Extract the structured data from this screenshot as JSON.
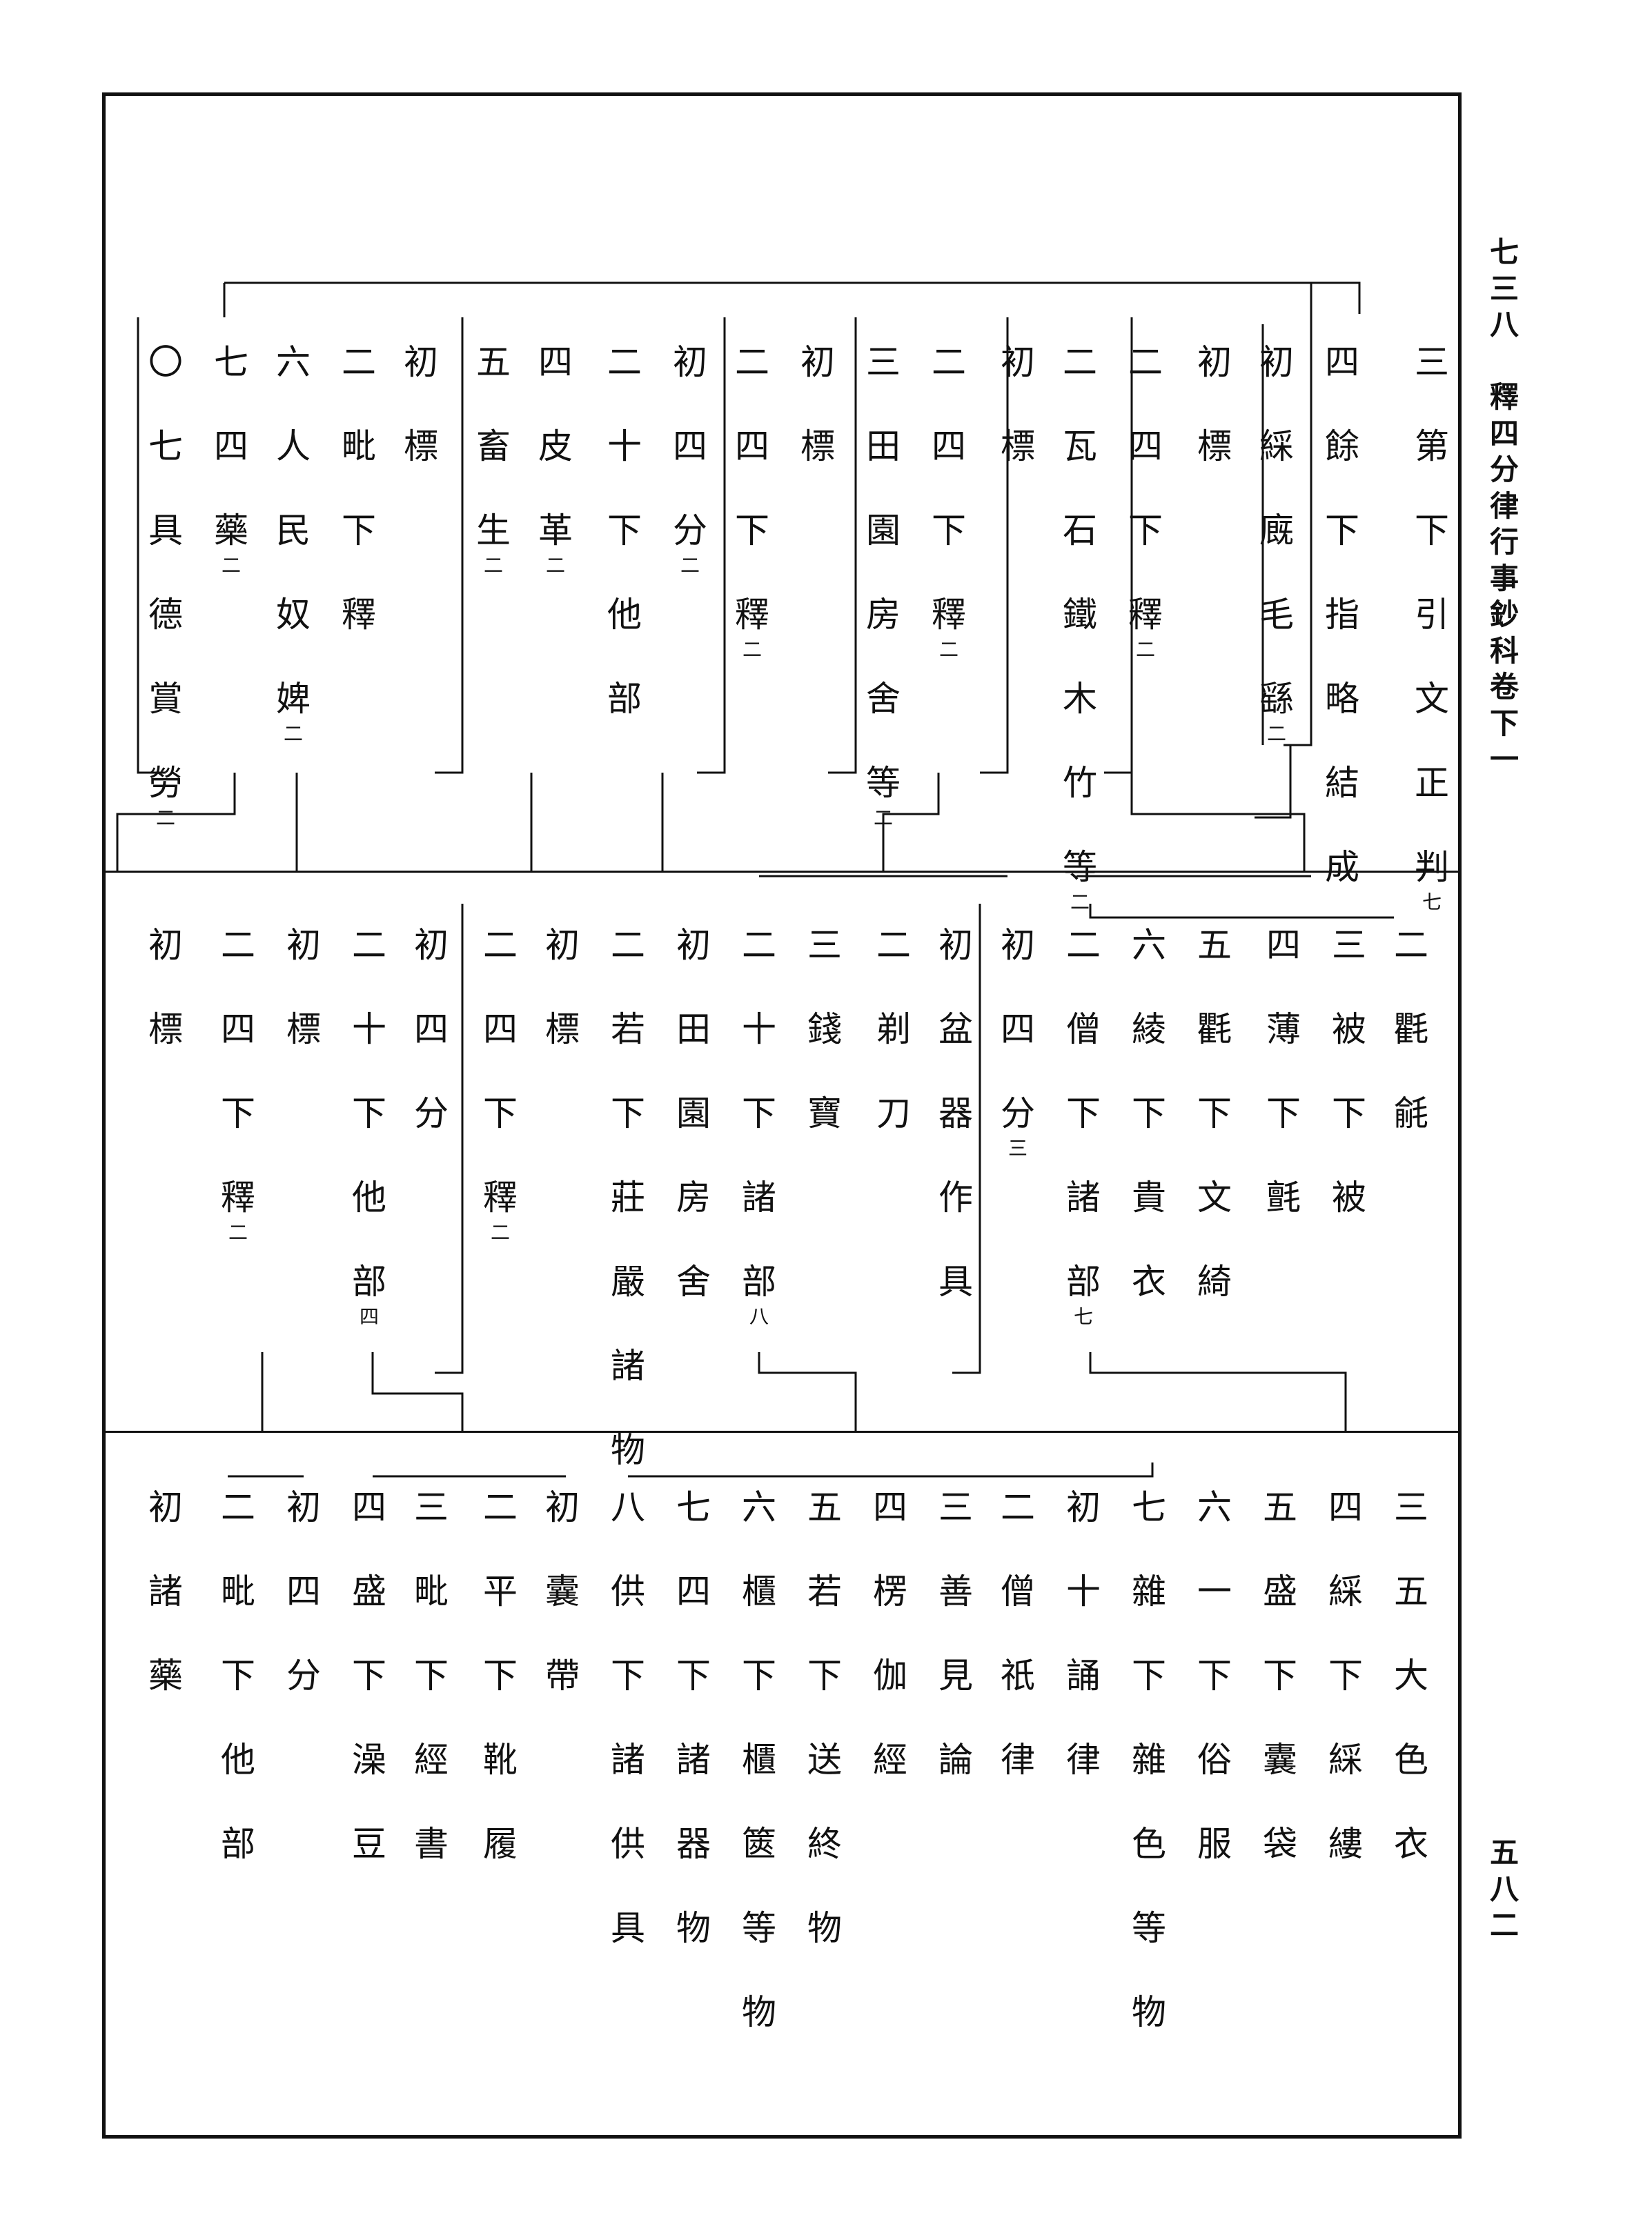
{
  "margin": {
    "header": "七三八　釋四分律行事鈔科卷下一",
    "page_number": "五八二"
  },
  "tiers": [
    {
      "name": "upper",
      "columns": [
        {
          "text": "三第下引文正判",
          "sub": "七"
        },
        {
          "text": "四餘下指略結成",
          "sub": ""
        },
        {
          "text": "初綵廐毛繇",
          "sub": "二"
        },
        {
          "text": "初標",
          "sub": ""
        },
        {
          "text": "二四下釋",
          "sub": "二"
        },
        {
          "text": "二瓦石鐵木竹等",
          "sub": "二"
        },
        {
          "text": "初標",
          "sub": ""
        },
        {
          "text": "二四下釋",
          "sub": "二"
        },
        {
          "text": "三田園房舍等",
          "sub": "二"
        },
        {
          "text": "初標",
          "sub": ""
        },
        {
          "text": "二四下釋",
          "sub": "二"
        },
        {
          "text": "初四分",
          "sub": "二"
        },
        {
          "text": "二十下他部",
          "sub": ""
        },
        {
          "text": "四皮革",
          "sub": "二"
        },
        {
          "text": "五畜生",
          "sub": "二"
        },
        {
          "text": "初標",
          "sub": ""
        },
        {
          "text": "二毗下釋",
          "sub": ""
        },
        {
          "text": "六人民奴婢",
          "sub": "二"
        },
        {
          "text": "七四藥",
          "sub": "二"
        },
        {
          "text": "〇七具德賞勞",
          "sub": "二"
        }
      ]
    },
    {
      "name": "middle",
      "columns": [
        {
          "text": "二氍毹",
          "sub": ""
        },
        {
          "text": "三被下被",
          "sub": ""
        },
        {
          "text": "四薄下氈",
          "sub": ""
        },
        {
          "text": "五氍下文綺",
          "sub": ""
        },
        {
          "text": "六綾下貴衣",
          "sub": ""
        },
        {
          "text": "二僧下諸部",
          "sub": "七"
        },
        {
          "text": "初四分",
          "sub": "三"
        },
        {
          "text": "初盆器作具",
          "sub": ""
        },
        {
          "text": "二剃刀",
          "sub": ""
        },
        {
          "text": "三錢寶",
          "sub": ""
        },
        {
          "text": "二十下諸部",
          "sub": "八"
        },
        {
          "text": "初田園房舍",
          "sub": ""
        },
        {
          "text": "二若下莊嚴諸物",
          "sub": ""
        },
        {
          "text": "初標",
          "sub": ""
        },
        {
          "text": "二四下釋",
          "sub": "二"
        },
        {
          "text": "初四分",
          "sub": ""
        },
        {
          "text": "二十下他部",
          "sub": "四"
        },
        {
          "text": "初標",
          "sub": ""
        },
        {
          "text": "二四下釋",
          "sub": "二"
        },
        {
          "text": "初標",
          "sub": ""
        }
      ]
    },
    {
      "name": "lower",
      "columns": [
        {
          "text": "三五大色衣",
          "sub": ""
        },
        {
          "text": "四綵下綵縷",
          "sub": ""
        },
        {
          "text": "五盛下囊袋",
          "sub": ""
        },
        {
          "text": "六一下俗服",
          "sub": ""
        },
        {
          "text": "七雜下雜色等物",
          "sub": ""
        },
        {
          "text": "初十誦律",
          "sub": ""
        },
        {
          "text": "二僧祇律",
          "sub": ""
        },
        {
          "text": "三善見論",
          "sub": ""
        },
        {
          "text": "四楞伽經",
          "sub": ""
        },
        {
          "text": "五若下送終物",
          "sub": ""
        },
        {
          "text": "六櫃下櫃篋等物",
          "sub": ""
        },
        {
          "text": "七四下諸器物",
          "sub": ""
        },
        {
          "text": "八供下諸供具",
          "sub": ""
        },
        {
          "text": "初囊帶",
          "sub": ""
        },
        {
          "text": "二平下靴履",
          "sub": ""
        },
        {
          "text": "三毗下經書",
          "sub": ""
        },
        {
          "text": "四盛下澡豆",
          "sub": ""
        },
        {
          "text": "初四分",
          "sub": ""
        },
        {
          "text": "二毗下他部",
          "sub": ""
        },
        {
          "text": "初諸藥",
          "sub": ""
        }
      ]
    }
  ]
}
